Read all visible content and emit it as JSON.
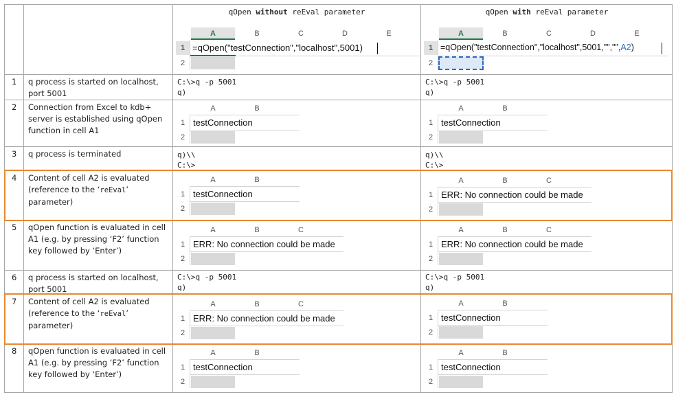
{
  "header": {
    "col_without_prefix": "qOpen ",
    "col_without_bold": "without",
    "col_without_suffix": " reEval parameter",
    "col_with_prefix": "qOpen ",
    "col_with_bold": "with",
    "col_with_suffix": " reEval parameter",
    "formula_without": "=qOpen(\"testConnection\",\"localhost\",5001)",
    "formula_with_main": "=qOpen(\"testConnection\",\"localhost\",5001,\"\",\"\",",
    "formula_with_ref": "A2",
    "formula_with_end": ")",
    "cols5": [
      "A",
      "B",
      "C",
      "D",
      "E"
    ]
  },
  "rows": [
    {
      "num": "1",
      "desc": "q process is started on localhost, port 5001",
      "left": "C:\\>q -p 5001\nq)",
      "right": "C:\\>q -p 5001\nq)"
    },
    {
      "num": "2",
      "desc": "Connection from Excel to kdb+ server is established using qOpen function in cell A1",
      "left_cell": "testConnection",
      "right_cell": "testConnection"
    },
    {
      "num": "3",
      "desc": "q process is terminated",
      "left": "q)\\\\\nC:\\>",
      "right": "q)\\\\\nC:\\>"
    },
    {
      "num": "4",
      "desc_a": "Content of cell A2 is evaluated (reference to the ‘",
      "desc_code": "reEval",
      "desc_b": "’ parameter)",
      "left_cell": "testConnection",
      "right_cell": "ERR: No connection could be made"
    },
    {
      "num": "5",
      "desc": "qOpen function is evaluated in cell A1 (e.g. by pressing ‘F2’ function key followed by ‘Enter’)",
      "left_cell": "ERR: No connection could be made",
      "right_cell": "ERR: No connection could be made"
    },
    {
      "num": "6",
      "desc": "q process is started on localhost, port 5001",
      "left": "C:\\>q -p 5001\nq)",
      "right": "C:\\>q -p 5001\nq)"
    },
    {
      "num": "7",
      "desc_a": "Content of cell A2 is evaluated (reference to the ‘",
      "desc_code": "reEval",
      "desc_b": "’ parameter)",
      "left_cell": "ERR: No connection could be made",
      "right_cell": "testConnection"
    },
    {
      "num": "8",
      "desc": "qOpen function is evaluated in cell A1 (e.g. by pressing ‘F2’ function key followed by ‘Enter’)",
      "left_cell": "testConnection",
      "right_cell": "testConnection"
    }
  ],
  "grid_labels": {
    "cols2": [
      "A",
      "B"
    ],
    "cols3": [
      "A",
      "B",
      "C"
    ],
    "rows": [
      "1",
      "2"
    ]
  },
  "colors": {
    "border": "#a6a6a6",
    "highlight": "#e8892f",
    "excel_green": "#217346",
    "ref_blue": "#2a6ac8"
  }
}
